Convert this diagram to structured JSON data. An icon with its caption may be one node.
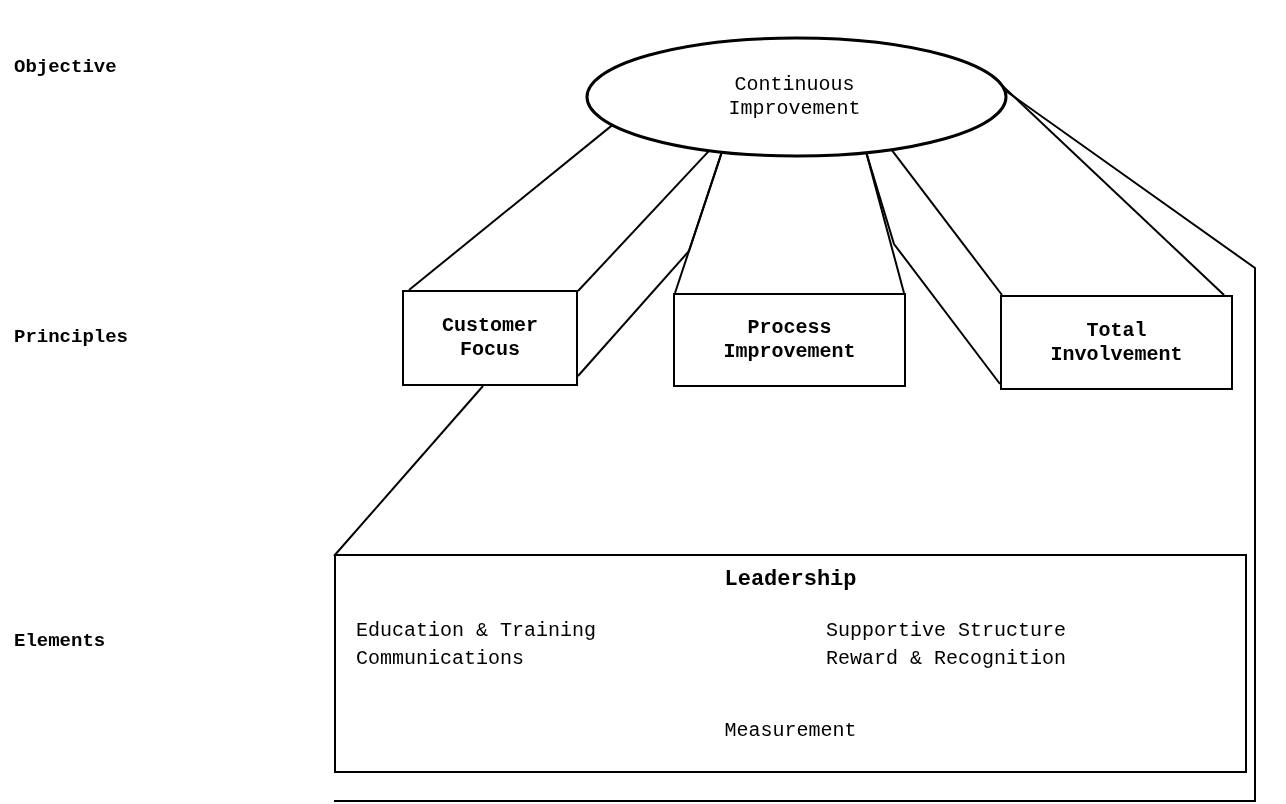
{
  "diagram": {
    "nodes": [
      {
        "text": [
          "Continuous Improvement"
        ]
      },
      {
        "text": [
          "Customer Focus"
        ]
      },
      {
        "text": [
          "Process Improvement"
        ]
      },
      {
        "text": [
          "Total Involvement"
        ]
      },
      {
        "text": [
          "Leadership",
          "Education & Training",
          "Communications",
          "Supportive Structure",
          "Reward & Recognition",
          "Measurement"
        ]
      }
    ],
    "edges": [
      {
        "from": 0,
        "to": 1,
        "arrow": "none"
      },
      {
        "from": 0,
        "to": 1,
        "arrow": "none"
      },
      {
        "from": 0,
        "to": 2,
        "arrow": "none"
      },
      {
        "from": 0,
        "to": 1,
        "arrow": "none"
      },
      {
        "from": 0,
        "to": 2,
        "arrow": "none"
      },
      {
        "from": 0,
        "to": 3,
        "arrow": "none"
      },
      {
        "from": 0,
        "to": 3,
        "arrow": "none"
      },
      {
        "from": 0,
        "to": 3,
        "arrow": "none"
      },
      {
        "from": 0,
        "to": null,
        "arrow": "none"
      },
      {
        "from": 1,
        "to": 4,
        "arrow": "none"
      }
    ],
    "labels": [
      "Objective",
      "Principles",
      "Elements"
    ]
  }
}
